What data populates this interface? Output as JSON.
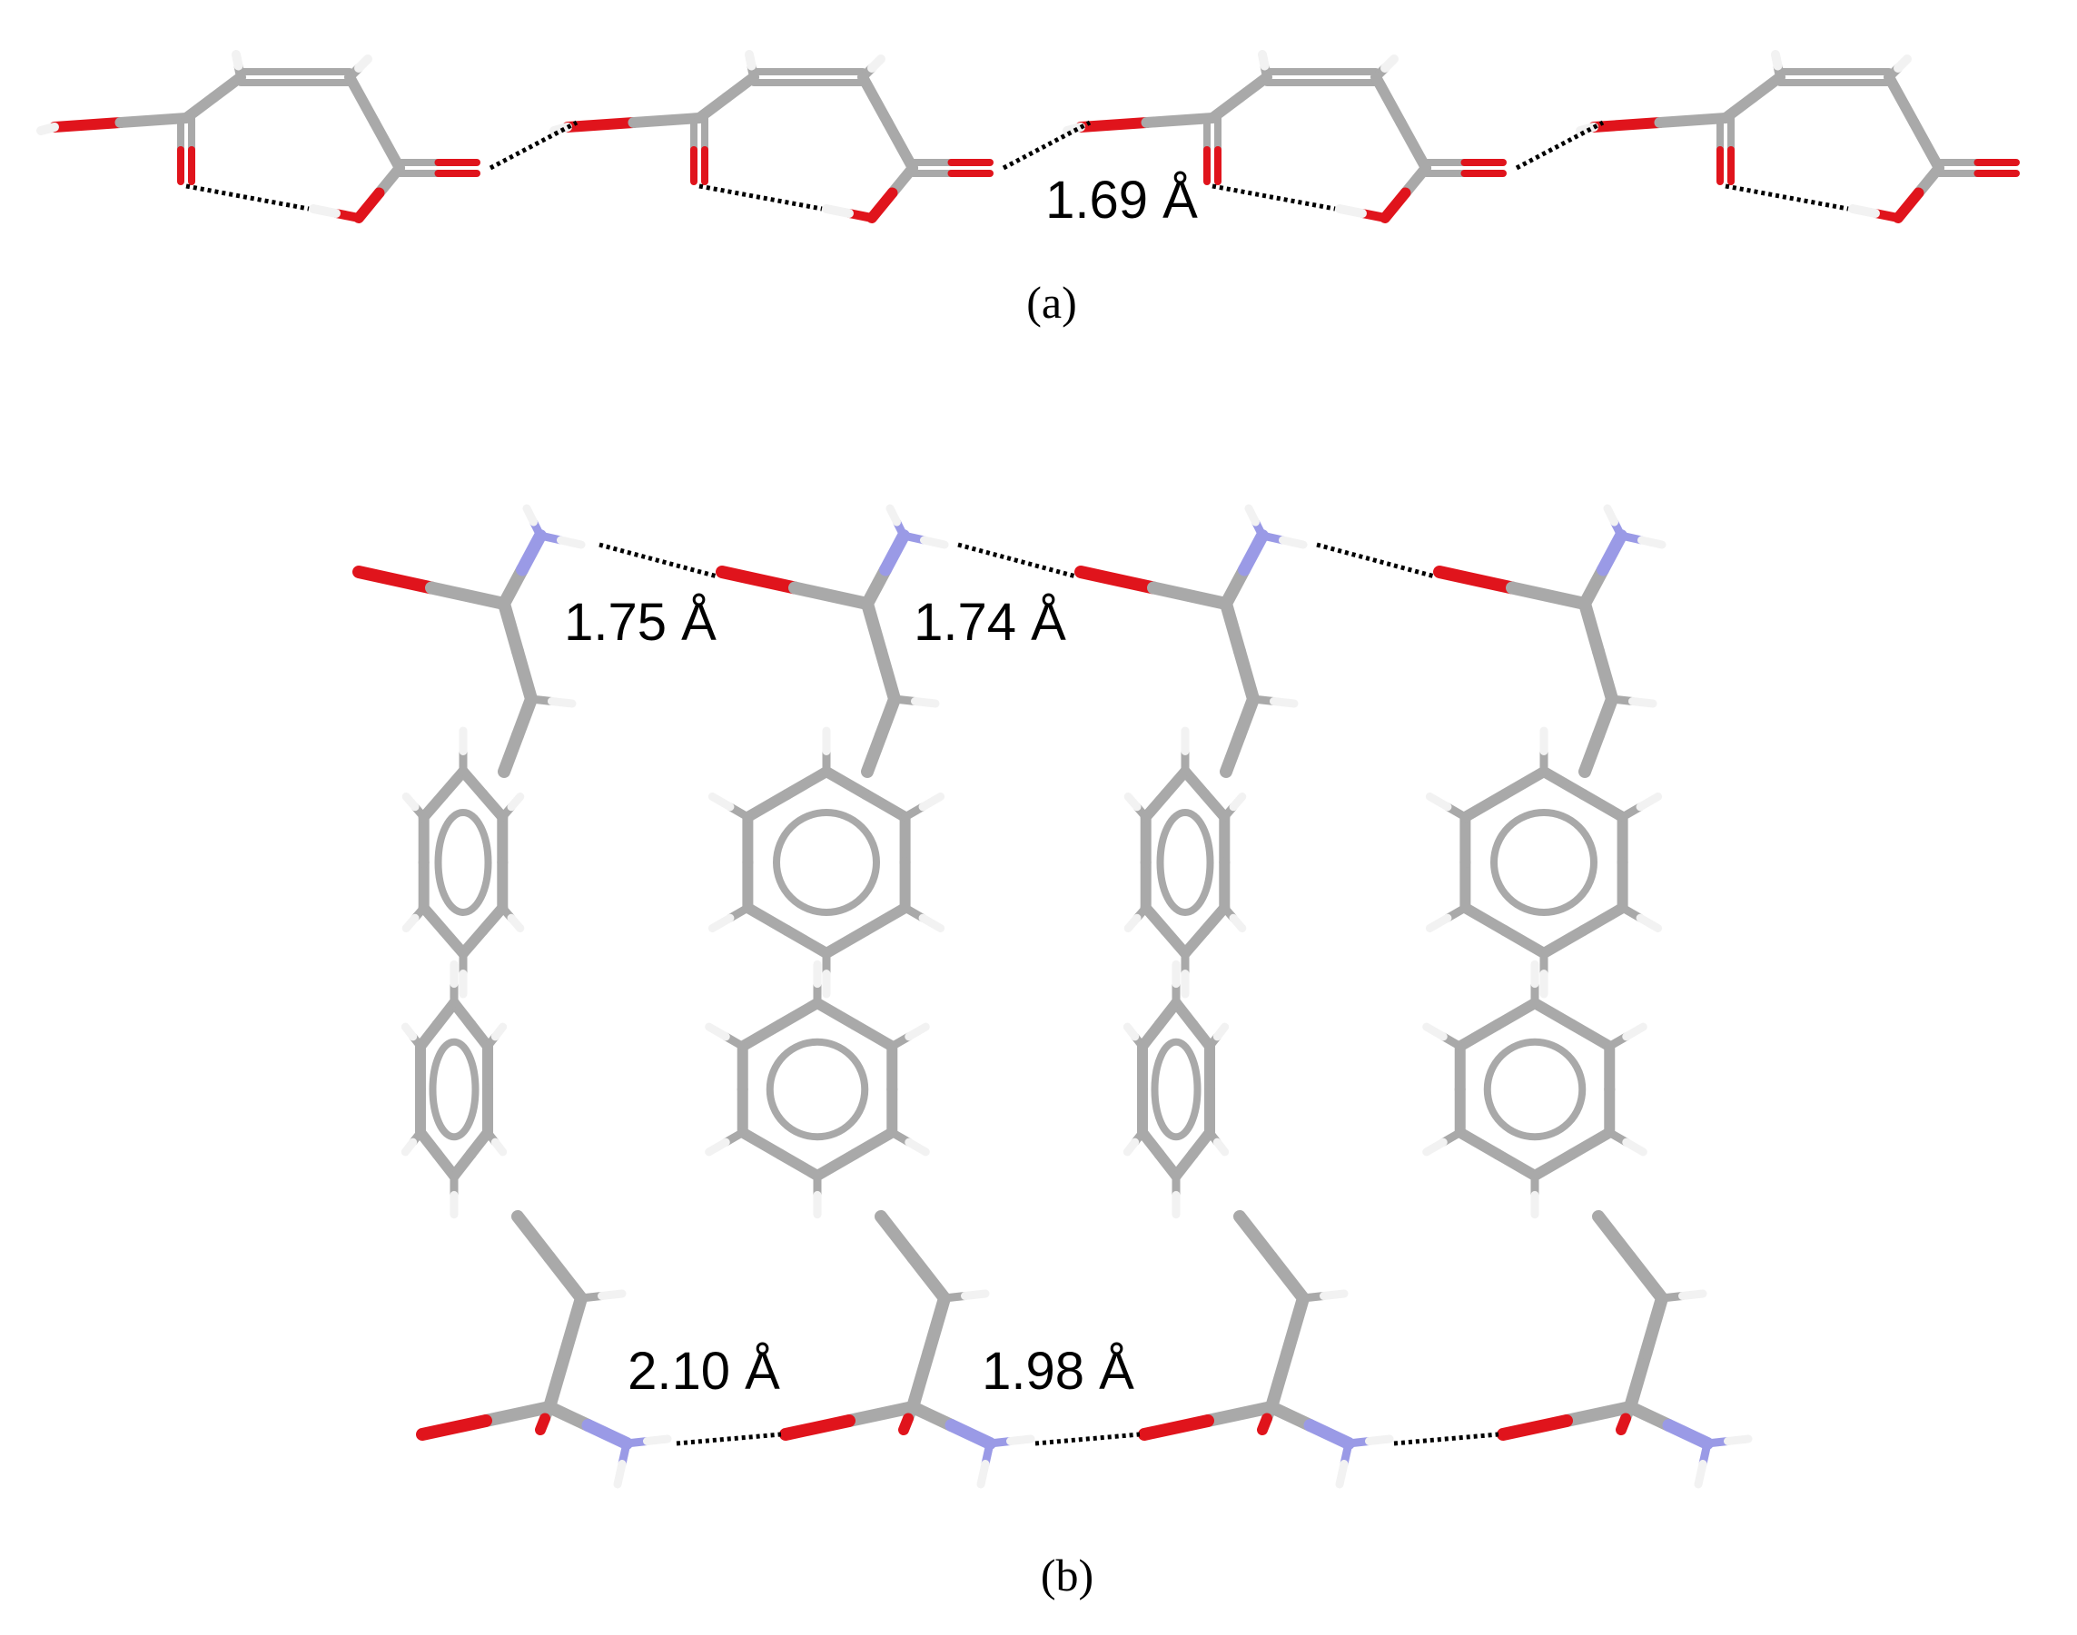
{
  "figure": {
    "panel_a": {
      "label": "(a)",
      "hbond_label": "1.69 Å"
    },
    "panel_b": {
      "label": "(b)",
      "top_row_labels": [
        "1.75 Å",
        "1.74 Å"
      ],
      "bottom_row_labels": [
        "2.10 Å",
        "1.98 Å"
      ]
    },
    "colors": {
      "carbon": "#a9a9a9",
      "oxygen": "#e0141c",
      "nitrogen": "#9a9ae6",
      "hydrogen": "#f2f2f2",
      "hbond": "#000000"
    }
  }
}
